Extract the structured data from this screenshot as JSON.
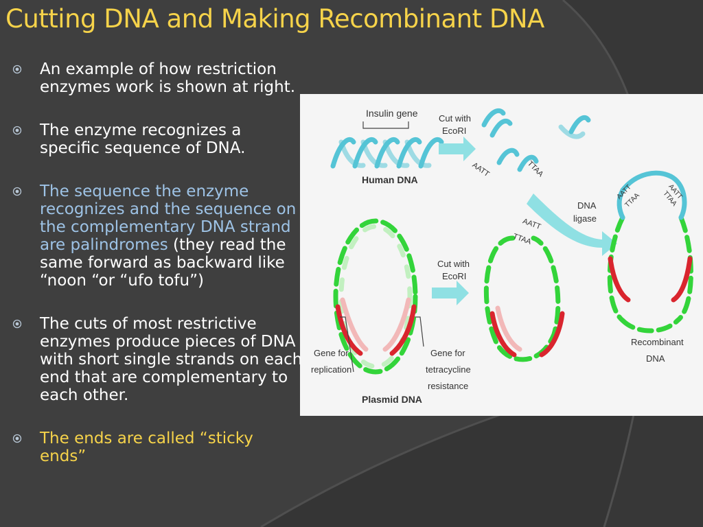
{
  "slide": {
    "title": "Cutting DNA and Making Recombinant DNA",
    "bullets": [
      {
        "text": "An example of how restriction enzymes work is shown at right."
      },
      {
        "text": "The enzyme recognizes a specific sequence of DNA."
      },
      {
        "highlight": "The sequence the enzyme recognizes and the sequence on the complementary DNA strand are palindromes",
        "rest": " (they read the same forward as backward like “noon “or “ufo tofu”)"
      },
      {
        "text": "The cuts of most restrictive enzymes produce pieces of DNA with short single strands on each end that are complementary to each other."
      },
      {
        "text": "The ends are called “sticky ends”"
      }
    ]
  },
  "figure": {
    "insulin_gene": "Insulin gene",
    "human_dna": "Human DNA",
    "cut_with": "Cut with",
    "ecori": "EcoRI",
    "aatt": "AATT",
    "ttaa": "TTAA",
    "dna": "DNA",
    "ligase": "ligase",
    "gene_for": "Gene for",
    "replication": "replication",
    "tetracycline": "tetracycline",
    "resistance": "resistance",
    "plasmid_dna": "Plasmid DNA",
    "recombinant": "Recombinant",
    "recombinant_dna": "DNA"
  },
  "colors": {
    "title": "#f6d34a",
    "highlight_blue": "#9ec3e6",
    "highlight_yellow": "#f6d34a",
    "dna_cyan": "#55c4d6",
    "plasmid_green": "#33d43a",
    "plasmid_red": "#d9252e",
    "arrow": "#8fe0e3"
  },
  "icons": {
    "bullet": "circle-target-icon"
  }
}
